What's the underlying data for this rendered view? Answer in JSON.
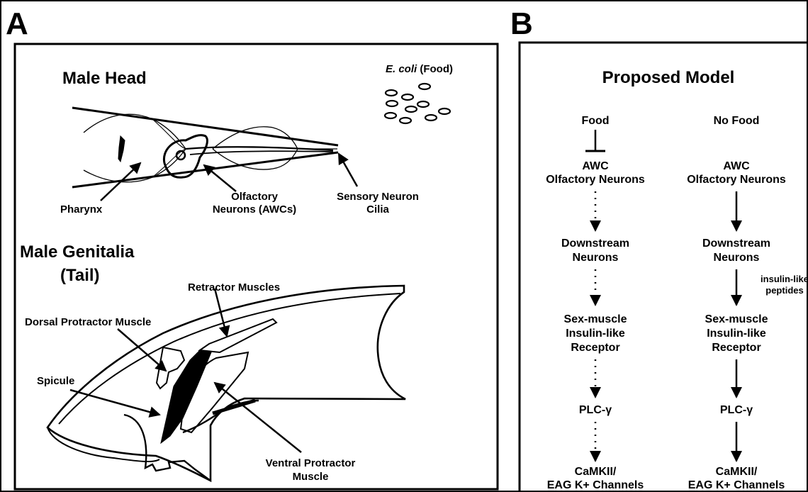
{
  "panel_a": {
    "letter": "A",
    "head": {
      "title": "Male Head",
      "food_italic": "E. coli",
      "food_rest": " (Food)",
      "pharynx": "Pharynx",
      "olfactory_1": "Olfactory",
      "olfactory_2": "Neurons (AWCs)",
      "sensory_1": "Sensory Neuron",
      "sensory_2": "Cilia"
    },
    "tail": {
      "title_1": "Male Genitalia",
      "title_2": "(Tail)",
      "retractor": "Retractor Muscles",
      "dorsal": "Dorsal Protractor Muscle",
      "spicule": "Spicule",
      "ventral_1": "Ventral Protractor",
      "ventral_2": "Muscle"
    }
  },
  "panel_b": {
    "letter": "B",
    "title": "Proposed Model",
    "food_column": {
      "header": "Food",
      "awc_1": "AWC",
      "awc_2": "Olfactory Neurons",
      "down_1": "Downstream",
      "down_2": "Neurons",
      "sex_1": "Sex-muscle",
      "sex_2": "Insulin-like",
      "sex_3": "Receptor",
      "plc": "PLC-γ",
      "cam_1": "CaMKII/",
      "cam_2": "EAG K+ Channels"
    },
    "nofood_column": {
      "header": "No Food",
      "awc_1": "AWC",
      "awc_2": "Olfactory Neurons",
      "down_1": "Downstream",
      "down_2": "Neurons",
      "peptides_1": "insulin-like",
      "peptides_2": "peptides",
      "sex_1": "Sex-muscle",
      "sex_2": "Insulin-like",
      "sex_3": "Receptor",
      "plc": "PLC-γ",
      "cam_1": "CaMKII/",
      "cam_2": "EAG K+ Channels"
    }
  }
}
